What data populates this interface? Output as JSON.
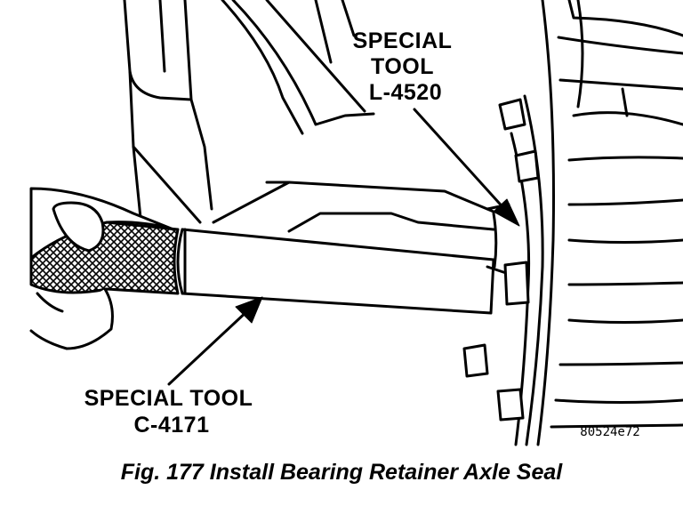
{
  "callouts": {
    "tool_l4520": [
      "SPECIAL",
      "TOOL",
      "L-4520"
    ],
    "tool_c4171": [
      "SPECIAL TOOL",
      "C-4171"
    ]
  },
  "figure_code": "80524e72",
  "caption": "Fig. 177 Install Bearing Retainer Axle Seal"
}
